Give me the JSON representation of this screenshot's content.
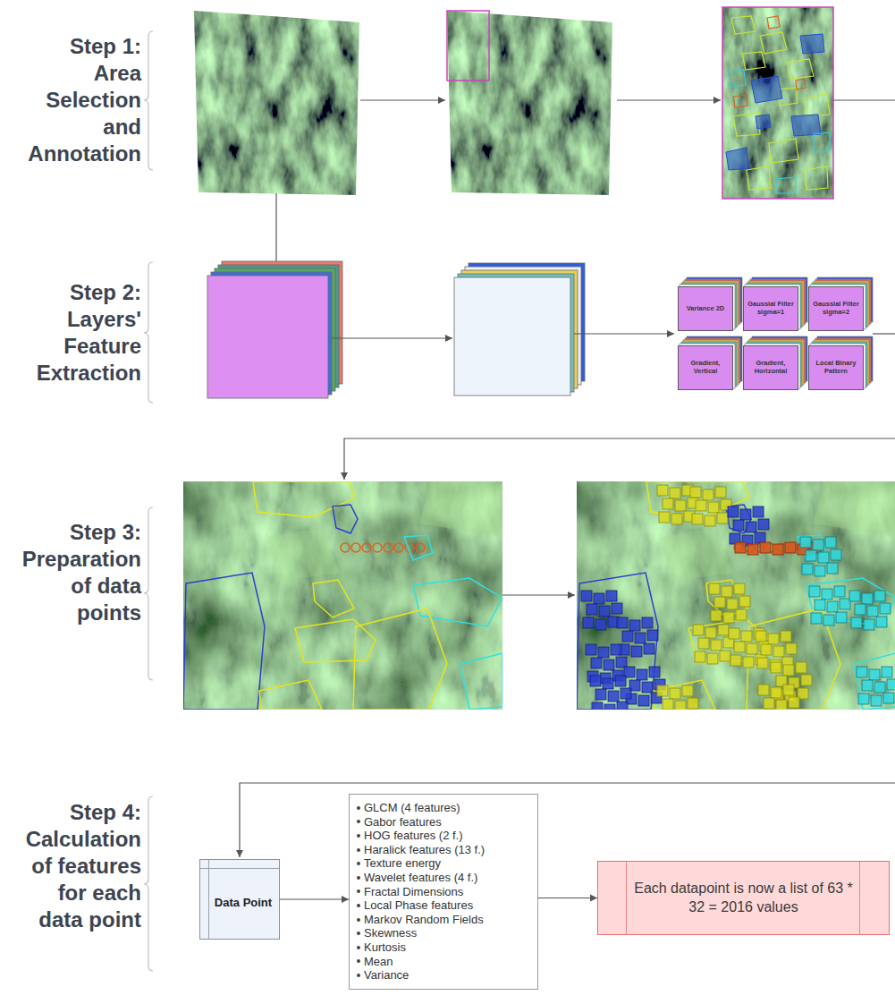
{
  "diagram": {
    "nodes": [
      {
        "text": [
          "Variance 2D"
        ]
      },
      {
        "text": [
          "Gaussial Filter sigma=1"
        ]
      },
      {
        "text": [
          "Gaussial Filter sigma=2"
        ]
      },
      {
        "text": [
          "Gradient, Vertical"
        ]
      },
      {
        "text": [
          "Gradient, Horizontal"
        ]
      },
      {
        "text": [
          "Local Binary Pattern"
        ]
      },
      {
        "text": [
          "Data Point"
        ]
      },
      {
        "text": [
          "GLCM (4 features)",
          "Gabor features",
          "HOG features (2 f.)",
          "Haralick features (13 f.)",
          "Texture energy",
          "Wavelet features (4 f.)",
          "Fractal Dimensions",
          "Local Phase features",
          "Markov Random Fields",
          "Skewness",
          "Kurtosis",
          "Mean",
          "Variance"
        ]
      },
      {
        "text": [
          "Each datapoint is now a list of 63 * 32 = 2016 values"
        ]
      }
    ],
    "edges": [
      {
        "from": 6,
        "to": 7,
        "arrow": "to"
      },
      {
        "from": 7,
        "to": 8,
        "arrow": "to"
      }
    ],
    "labels": [
      "Step 1: Area Selection and Annotation",
      "Step 2: Layers' Feature Extraction",
      "Step 3: Preparation of data points",
      "Step 4: Calculation of features for each data point"
    ]
  }
}
